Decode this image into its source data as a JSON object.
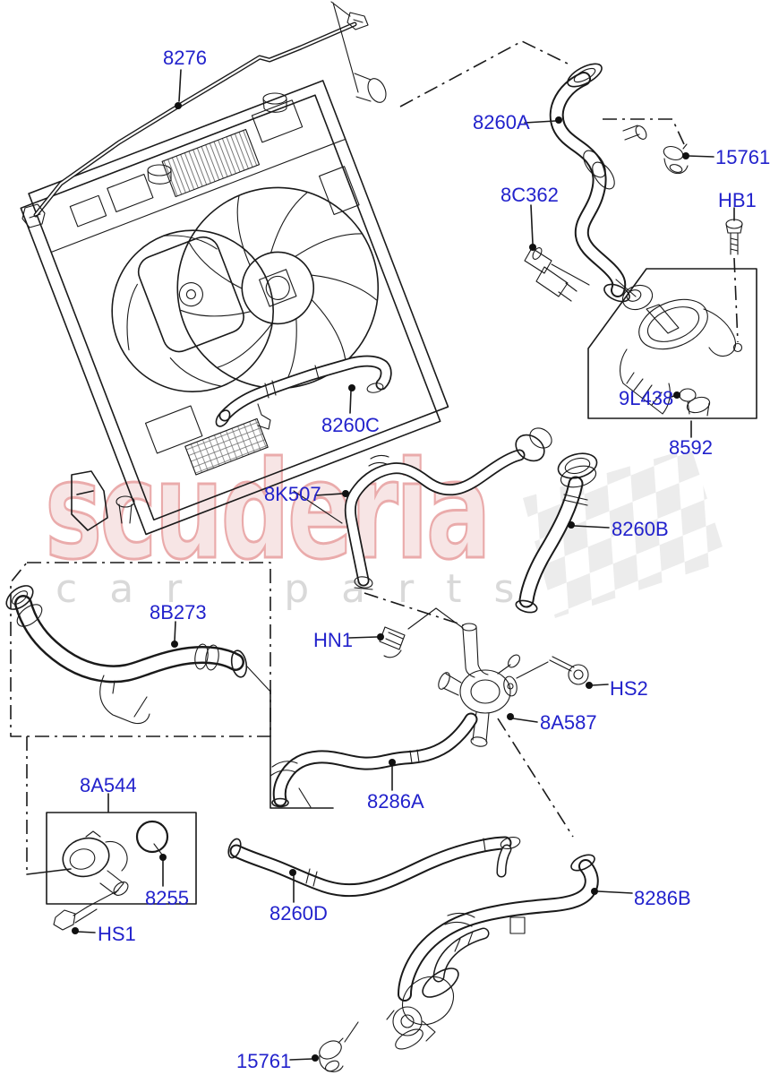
{
  "watermark": {
    "brand": "scuderia",
    "tagline": "car parts"
  },
  "colors": {
    "label_blue": "#2222cc",
    "line_black": "#1a1a1a",
    "watermark_pink": "#f7e5e5",
    "watermark_pink_outline": "#eaabab",
    "watermark_gray": "#d9d9d9",
    "checker_gray": "#e0e0e0",
    "background": "#ffffff"
  },
  "labels": {
    "p8276": "8276",
    "p8260A": "8260A",
    "p15761_top": "15761",
    "p8C362": "8C362",
    "pHB1": "HB1",
    "p9L438": "9L438",
    "p8592": "8592",
    "p8260C": "8260C",
    "p8K507": "8K507",
    "p8260B": "8260B",
    "p8B273": "8B273",
    "pHN1": "HN1",
    "pHS2": "HS2",
    "p8A587": "8A587",
    "p8286A": "8286A",
    "p8A544": "8A544",
    "p8255": "8255",
    "pHS1": "HS1",
    "p8260D": "8260D",
    "p8286B": "8286B",
    "p15761_bottom": "15761"
  }
}
